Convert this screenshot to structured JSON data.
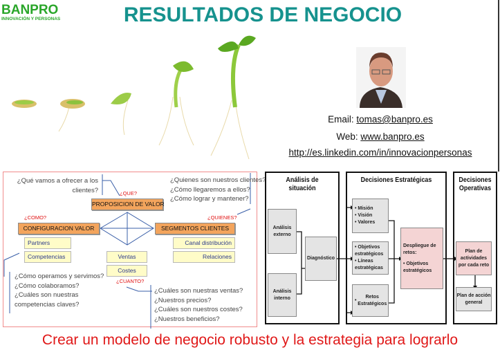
{
  "logo": {
    "name": "BANPRO",
    "tagline": "INNOVACIÓN Y PERSONAS",
    "color": "#2aa62a"
  },
  "title": "RESULTADOS DE NEGOCIO",
  "contact": {
    "email_label": "Email:",
    "email": "tomas@banpro.es",
    "web_label": "Web:",
    "web": "www.banpro.es",
    "linkedin": "http://es.linkedin.com/in/innovacionpersonas"
  },
  "business_model": {
    "q_que": "¿Qué vamos a ofrecer a los clientes?",
    "tag_que": "¿QUE?",
    "proposicion": "PROPOSICION DE VALOR",
    "q_quienes": [
      "¿Quienes son nuestros clientes?",
      "¿Cómo llegaremos a ellos?",
      "¿Cómo lograr y mantener?"
    ],
    "tag_como": "¿COMO?",
    "configuracion": "CONFIGURACION VALOR",
    "partners": "Partners",
    "competencias": "Competencias",
    "tag_quienes": "¿QUIENES?",
    "segmentos": "SEGMENTOS CLIENTES",
    "canal": "Canal distribución",
    "relaciones": "Relaciones",
    "ventas": "Ventas",
    "costes": "Costes",
    "tag_cuanto": "¿CUANTO?",
    "q_como": [
      "¿Cómo operamos y servimos?",
      "¿Cómo colaboramos?",
      "¿Cuáles son nuestras competencias claves?"
    ],
    "q_cuanto": [
      "¿Cuáles son nuestras ventas?",
      "¿Nuestros precios?",
      "¿Cuáles son nuestros costes?",
      "¿Nuestros beneficios?"
    ]
  },
  "strategy": {
    "p1": "Análisis de situación",
    "p2": "Decisiones Estratégicas",
    "p3": "Decisiones Operativas",
    "externo": "Análisis externo",
    "interno": "Análisis interno",
    "diagnostico": "Diagnóstico",
    "mision": [
      "Misión",
      "Visión",
      "Valores"
    ],
    "objetivos": [
      "Objetivos estratégicos",
      "Líneas estratégicas"
    ],
    "retos": "Retos Estratégicos",
    "despliegue": "Despliegue de retos:",
    "despliegue_item": "Objetivos estratégicos",
    "plan_act": "Plan de actividades por cada reto",
    "plan_accion": "Plan de acción general"
  },
  "footer": "Crear un modelo de negocio robusto y la estrategia para lograrlo"
}
